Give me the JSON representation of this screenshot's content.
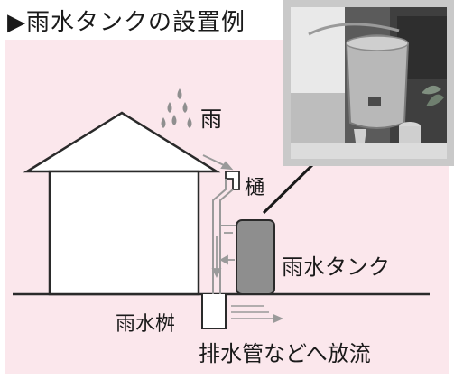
{
  "title": "▶雨水タンクの設置例",
  "labels": {
    "rain": "雨",
    "gutter": "樋",
    "tank": "雨水タンク",
    "basin": "雨水桝",
    "discharge": "排水管などへ放流"
  },
  "colors": {
    "panel": "#fbe7ec",
    "tank": "#8e8e8e",
    "arrow": "#9a9a9a",
    "line": "#2a2a2a",
    "photo_frame": "#c9c9c9"
  },
  "photo": {
    "subject": "rain-water-tank-photo"
  }
}
